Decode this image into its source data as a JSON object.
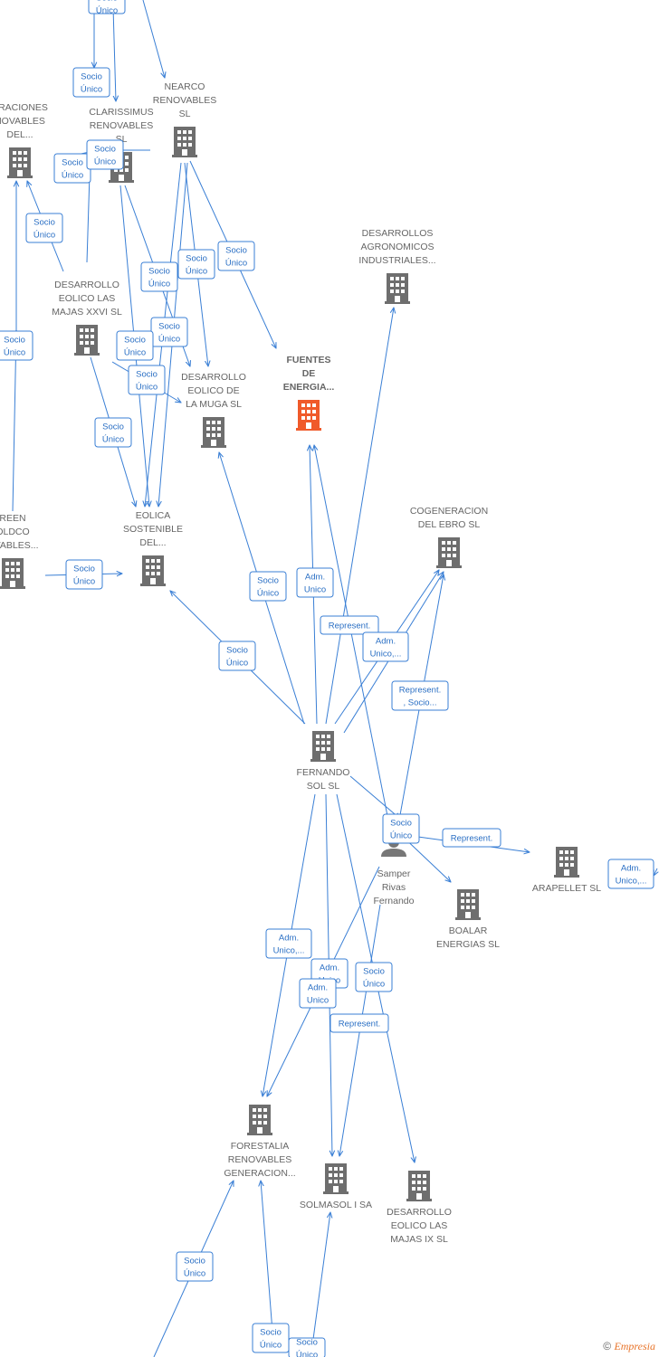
{
  "footer": {
    "copyright": "©",
    "brand": "Empresia"
  },
  "nodes": [
    {
      "id": "generaciones",
      "lines": [
        "ERACIONES",
        "NOVABLES",
        "DEL..."
      ]
    },
    {
      "id": "clarissimus",
      "lines": [
        "CLARISSIMUS",
        "RENOVABLES",
        "SL"
      ]
    },
    {
      "id": "nearco",
      "lines": [
        "NEARCO",
        "RENOVABLES",
        "SL"
      ]
    },
    {
      "id": "majas26",
      "lines": [
        "DESARROLLO",
        "EOLICO LAS",
        "MAJAS XXVI  SL"
      ]
    },
    {
      "id": "agronomicos",
      "lines": [
        "DESARROLLOS",
        "AGRONOMICOS",
        "INDUSTRIALES..."
      ]
    },
    {
      "id": "muga",
      "lines": [
        "DESARROLLO",
        "EOLICO DE",
        "LA MUGA SL"
      ]
    },
    {
      "id": "fuentes",
      "lines": [
        "FUENTES",
        "DE",
        "ENERGIA..."
      ]
    },
    {
      "id": "green",
      "lines": [
        "REEN",
        "OLDCO",
        "OVABLES..."
      ]
    },
    {
      "id": "eolica",
      "lines": [
        "EOLICA",
        "SOSTENIBLE",
        "DEL..."
      ]
    },
    {
      "id": "cogeneracion",
      "lines": [
        "COGENERACION",
        "DEL EBRO  SL"
      ]
    },
    {
      "id": "fernando",
      "lines": [
        "FERNANDO",
        "SOL SL"
      ]
    },
    {
      "id": "samper",
      "lines": [
        "Samper",
        "Rivas",
        "Fernando"
      ]
    },
    {
      "id": "arapellet",
      "lines": [
        "ARAPELLET  SL"
      ]
    },
    {
      "id": "boalar",
      "lines": [
        "BOALAR",
        "ENERGIAS  SL"
      ]
    },
    {
      "id": "forestalia",
      "lines": [
        "FORESTALIA",
        "RENOVABLES",
        "GENERACION..."
      ]
    },
    {
      "id": "solmasol",
      "lines": [
        "SOLMASOL I SA"
      ]
    },
    {
      "id": "majas9",
      "lines": [
        "DESARROLLO",
        "EOLICO LAS",
        "MAJAS IX  SL"
      ]
    }
  ],
  "edge_labels": [
    {
      "lines": [
        "Socio",
        "Único"
      ]
    },
    {
      "lines": [
        "Socio",
        "Único"
      ]
    },
    {
      "lines": [
        "Socio",
        "Único"
      ]
    },
    {
      "lines": [
        "Socio",
        "Único"
      ]
    },
    {
      "lines": [
        "Socio",
        "Único"
      ]
    },
    {
      "lines": [
        "Socio",
        "Único"
      ]
    },
    {
      "lines": [
        "Socio",
        "Único"
      ]
    },
    {
      "lines": [
        "Socio",
        "Único"
      ]
    },
    {
      "lines": [
        "Socio",
        "Único"
      ]
    },
    {
      "lines": [
        "Socio",
        "Único"
      ]
    },
    {
      "lines": [
        "Socio",
        "Único"
      ]
    },
    {
      "lines": [
        "Socio",
        "Único"
      ]
    },
    {
      "lines": [
        "Socio",
        "Único"
      ]
    },
    {
      "lines": [
        "Socio",
        "Único"
      ]
    },
    {
      "lines": [
        "Socio",
        "Único"
      ]
    },
    {
      "lines": [
        "Socio",
        "Único"
      ]
    },
    {
      "lines": [
        "Adm.",
        "Unico"
      ]
    },
    {
      "lines": [
        "Represent."
      ]
    },
    {
      "lines": [
        "Adm.",
        "Unico,..."
      ]
    },
    {
      "lines": [
        "Represent.",
        ", Socio..."
      ]
    },
    {
      "lines": [
        "Socio",
        "Único"
      ]
    },
    {
      "lines": [
        "Represent."
      ]
    },
    {
      "lines": [
        "Adm.",
        "Unico,..."
      ]
    },
    {
      "lines": [
        "Adm.",
        "Unico,..."
      ]
    },
    {
      "lines": [
        "Adm.",
        "Unico"
      ]
    },
    {
      "lines": [
        "Adm.",
        "Unico"
      ]
    },
    {
      "lines": [
        "Socio",
        "Único"
      ]
    },
    {
      "lines": [
        "Represent."
      ]
    },
    {
      "lines": [
        "Socio",
        "Único"
      ]
    },
    {
      "lines": [
        "Socio",
        "Único"
      ]
    },
    {
      "lines": [
        "Socio",
        "Único"
      ]
    }
  ]
}
